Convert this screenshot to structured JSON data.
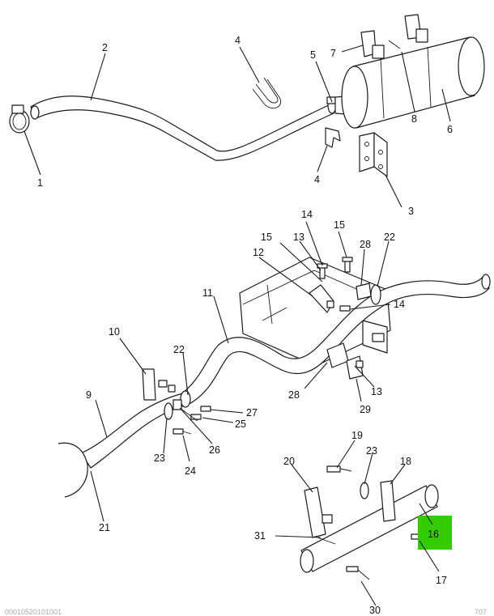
{
  "callouts": {
    "c1": "1",
    "c2": "2",
    "c3": "3",
    "c4a": "4",
    "c4b": "4",
    "c5": "5",
    "c6": "6",
    "c7": "7",
    "c8": "8",
    "c9": "9",
    "c10": "10",
    "c11": "11",
    "c12": "12",
    "c13a": "13",
    "c13b": "13",
    "c14a": "14",
    "c14b": "14",
    "c15a": "15",
    "c15b": "15",
    "c16": "16",
    "c17": "17",
    "c18": "18",
    "c19": "19",
    "c20": "20",
    "c21": "21",
    "c22a": "22",
    "c22b": "22",
    "c23a": "23",
    "c23b": "23",
    "c24": "24",
    "c25": "25",
    "c26": "26",
    "c27": "27",
    "c28a": "28",
    "c28b": "28",
    "c29": "29",
    "c30": "30",
    "c31": "31"
  },
  "highlight": {
    "callout": "16",
    "color": "#33cc00"
  },
  "footer": {
    "left": "00010520101001",
    "right": "707"
  }
}
